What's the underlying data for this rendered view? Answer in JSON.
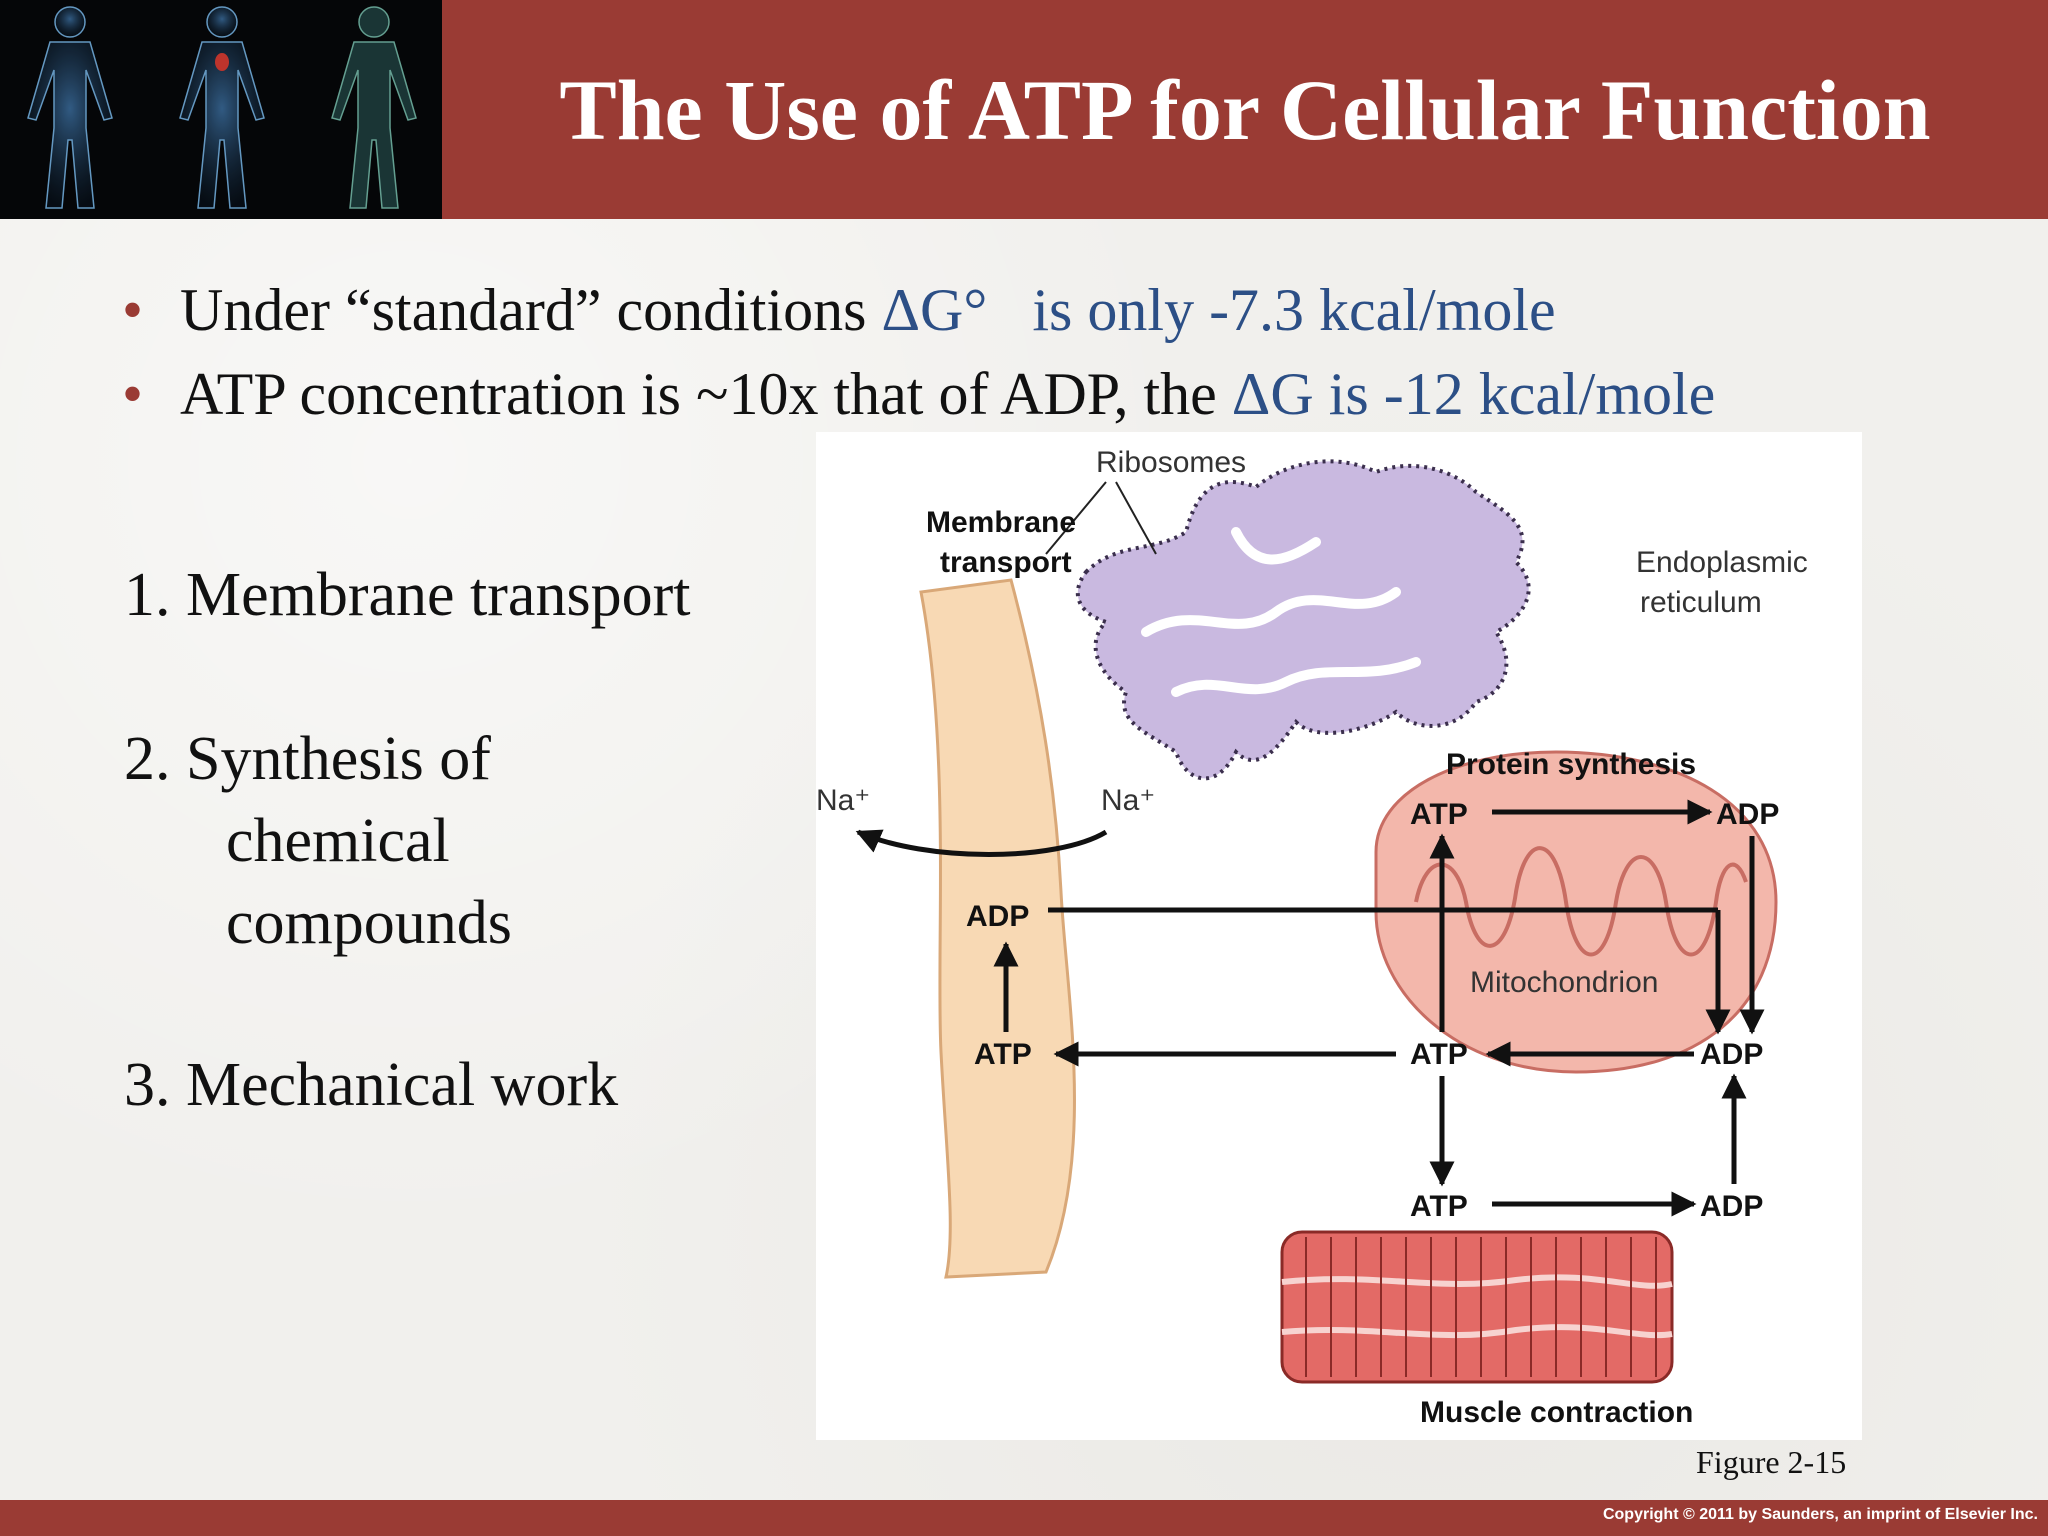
{
  "slide": {
    "title": "The Use of ATP for Cellular Function",
    "bullets": [
      {
        "pre": "Under “standard” conditions ",
        "blue": "ΔG°   is only -7.3 kcal/mole"
      },
      {
        "pre": "ATP concentration is ~10x that of ADP, the ",
        "blue": "ΔG is -12 kcal/mole"
      }
    ],
    "list": [
      "1. Membrane transport",
      "2. Synthesis of",
      "chemical",
      "compounds",
      "3. Mechanical work"
    ],
    "figure_caption": "Figure 2-15",
    "copyright": "Copyright © 2011 by Saunders, an imprint of Elsevier Inc."
  },
  "diagram": {
    "labels": {
      "ribosomes": "Ribosomes",
      "membrane_transport_1": "Membrane",
      "membrane_transport_2": "transport",
      "er_1": "Endoplasmic",
      "er_2": "reticulum",
      "na_left": "Na⁺",
      "na_right": "Na⁺",
      "protein_synthesis": "Protein synthesis",
      "mitochondrion": "Mitochondrion",
      "muscle_contraction": "Muscle contraction",
      "atp": "ATP",
      "adp": "ADP"
    },
    "colors": {
      "membrane": "#f8d9b4",
      "er": "#c9b9e0",
      "mito": "#f3b7ab",
      "muscle": "#e36a66",
      "header": "#9a3b34",
      "blue_text": "#2c4f86"
    }
  }
}
